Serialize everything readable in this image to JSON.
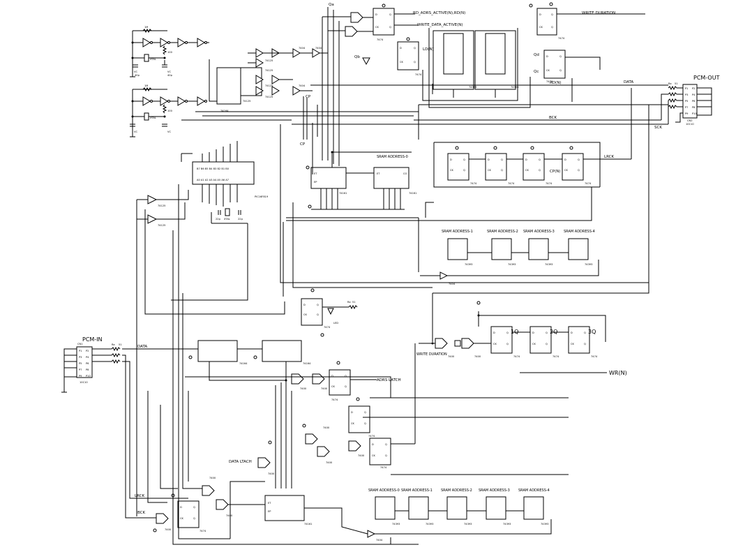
{
  "connectors": {
    "pcm_out": {
      "title": "PCM-OUT",
      "ref": "CN2",
      "part": "10C10"
    },
    "pcm_in": {
      "title": "PCM-IN",
      "ref": "CN1",
      "part": "10C10"
    }
  },
  "nets": {
    "rd_adrs": "RD_ADRS_ACTIVE(N),RD(N)",
    "write_data": "WRITE_DATA_ACTIVE(N)",
    "write_duration": "WRITE DURATION",
    "write_duration_2": "WRITE DURATION",
    "data_out": "DATA",
    "data_in": "DATA",
    "bck_out": "BCK",
    "bck_in": "BCK",
    "sck": "SCK",
    "lrck_out": "LRCK",
    "lrck_in": "LRCK",
    "wr": "WR(N)",
    "adrs_latch": "ADRS LATCH",
    "data_ltach": "DATA LTACH",
    "cp": "CP",
    "cp2": "CP",
    "cpn": "CP(N)",
    "ld": "LD(N)",
    "rd": "RD(N)",
    "q1": "1Q",
    "q2": "2Q",
    "q3": "3Q",
    "qa": "Qa",
    "qb": "Qb",
    "qc": "Qc",
    "qd": "Qd"
  },
  "sram_labels": {
    "upper_0": "SRAM ADDRESS-0",
    "mid": [
      "SRAM ADDRESS-1",
      "SRAM ADDRESS-2",
      "SRAM ADDRESS-3",
      "SRAM ADDRESS-4"
    ],
    "bottom": [
      "SRAM ADDRESS-0",
      "SRAM ADDRESS-1",
      "SRAM ADDRESS-2",
      "SRAM ADDRESS-3",
      "SRAM ADDRESS-4"
    ]
  },
  "parts": {
    "mcu": "PIC16F819",
    "reg_a": "74164",
    "reg_b": "74164",
    "cnt_a": "74161",
    "cnt_b": "74161",
    "cnt_c": "74161",
    "ff": "7474",
    "nand": "7400",
    "inv": "7404",
    "buf": "74125",
    "mux": "74393",
    "xtal": "XTAL",
    "cap": "22p",
    "r1m": "1M",
    "r100": "100",
    "c40p": "40p",
    "led": "LED"
  }
}
